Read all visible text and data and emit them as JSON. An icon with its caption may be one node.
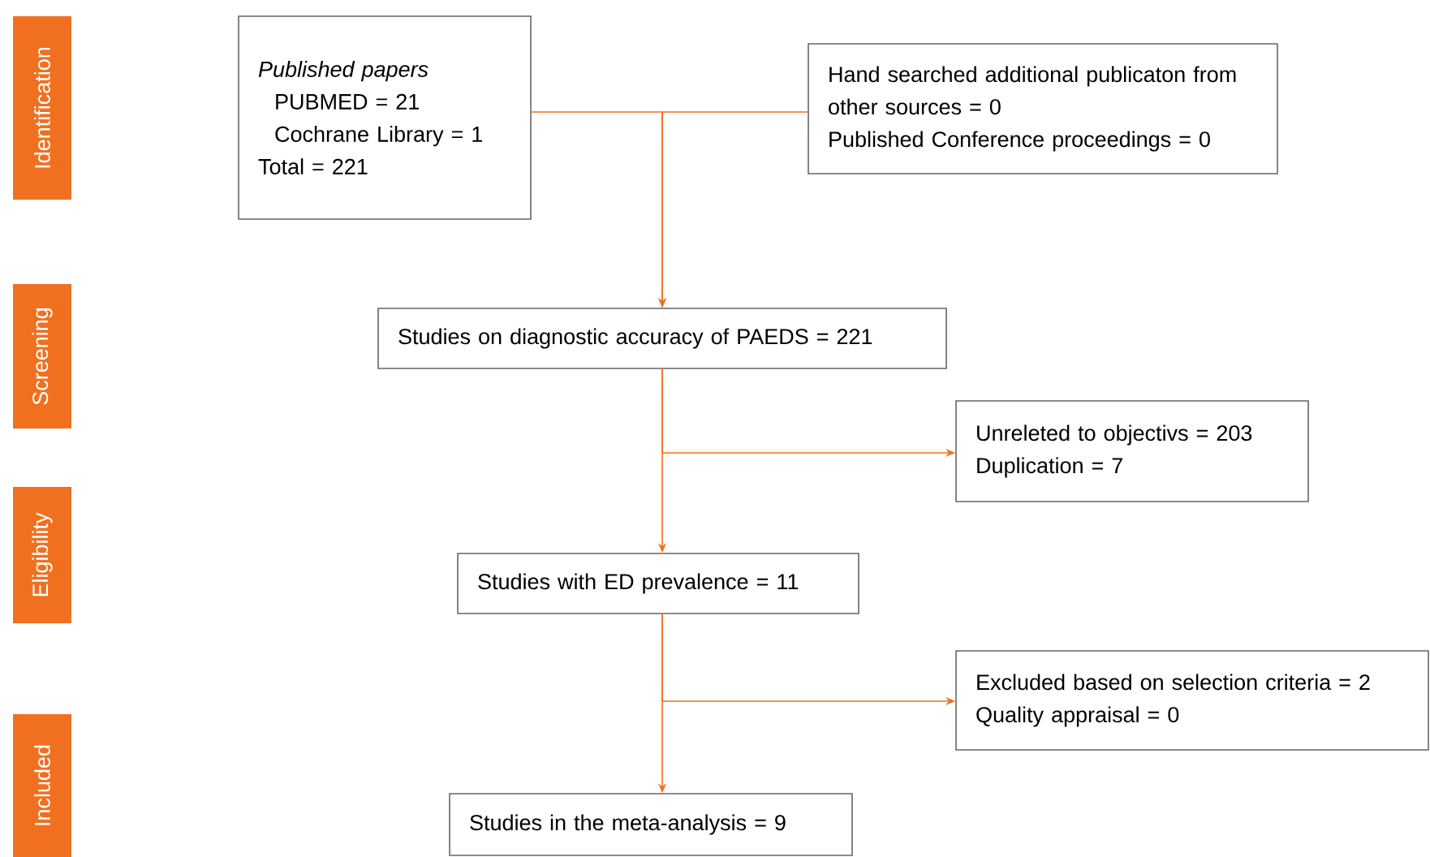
{
  "diagram": {
    "nodes": [
      {
        "text": [
          "Identification"
        ]
      },
      {
        "text": [
          "Published papers",
          "PUBMED = 21",
          "Cochrane Library = 1",
          "Total = 221"
        ]
      },
      {
        "text": [
          "Hand searched additional publicaton from other sources = 0",
          "Published Conference proceedings = 0"
        ]
      },
      {
        "text": [
          "Screening"
        ]
      },
      {
        "text": [
          "Studies on diagnostic accuracy of PAEDS = 221"
        ]
      },
      {
        "text": [
          "Unreleted to objectivs = 203",
          "Duplication = 7"
        ]
      },
      {
        "text": [
          "Eligibility"
        ]
      },
      {
        "text": [
          "Studies with ED prevalence = 11"
        ]
      },
      {
        "text": [
          "Excluded based on selection criteria = 2",
          "Quality appraisal = 0"
        ]
      },
      {
        "text": [
          "Included"
        ]
      },
      {
        "text": [
          "Studies in the meta-analysis = 9"
        ]
      }
    ],
    "edges": [
      {
        "from": 1,
        "to": 4,
        "arrow": "to"
      },
      {
        "from": 2,
        "to": 4,
        "arrow": "to"
      },
      {
        "from": 4,
        "to": 7,
        "arrow": "to"
      },
      {
        "from": 4,
        "to": 5,
        "arrow": "to"
      },
      {
        "from": 7,
        "to": 10,
        "arrow": "to"
      },
      {
        "from": 7,
        "to": 8,
        "arrow": "to"
      }
    ]
  }
}
